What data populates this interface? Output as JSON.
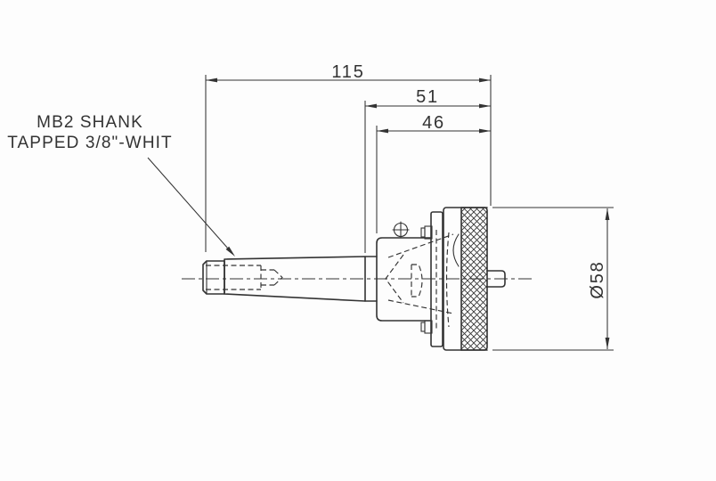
{
  "colors": {
    "line": "#333333",
    "background": "#fdfdfd"
  },
  "note": {
    "line1": "MB2 SHANK",
    "line2": "TAPPED 3/8\"-WHIT"
  },
  "dimensions": {
    "overall_length": "115",
    "flange_to_nose": "51",
    "body_to_nose": "46",
    "outer_diameter": "Ø58"
  }
}
